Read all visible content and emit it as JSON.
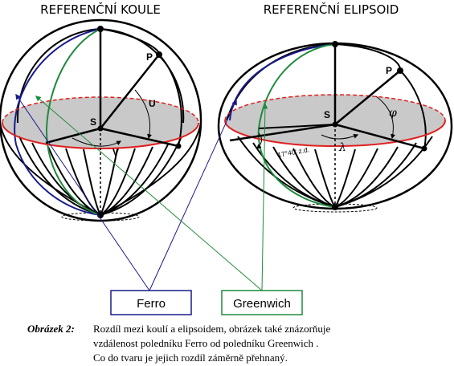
{
  "figure": {
    "left_title": "REFERENČNÍ KOULE",
    "right_title": "REFERENČNÍ ELIPSOID",
    "sphere": {
      "center_label": "S",
      "point_label": "P",
      "latitude_label": "U",
      "longitude_label": "V"
    },
    "ellipsoid": {
      "center_label": "S",
      "point_label": "P",
      "latitude_label": "φ",
      "longitude_label": "λ",
      "offset_label": "17°40' z.d."
    },
    "legend": {
      "ferro": {
        "label": "Ferro",
        "color": "#1a1a8c"
      },
      "greenwich": {
        "label": "Greenwich",
        "color": "#1f8a3c"
      }
    },
    "colors": {
      "equator": "#e02020",
      "equator_fill": "#c9c9c9",
      "outline": "#000000"
    }
  },
  "caption": {
    "label": "Obrázek 2:",
    "line1": "Rozdíl mezi koulí a elipsoidem, obrázek také znázorňuje",
    "line2": "vzdálenost poledníku Ferro od poledníku Greenwich .",
    "line3": "Co do tvaru je jejich rozdíl záměrně přehnaný."
  }
}
